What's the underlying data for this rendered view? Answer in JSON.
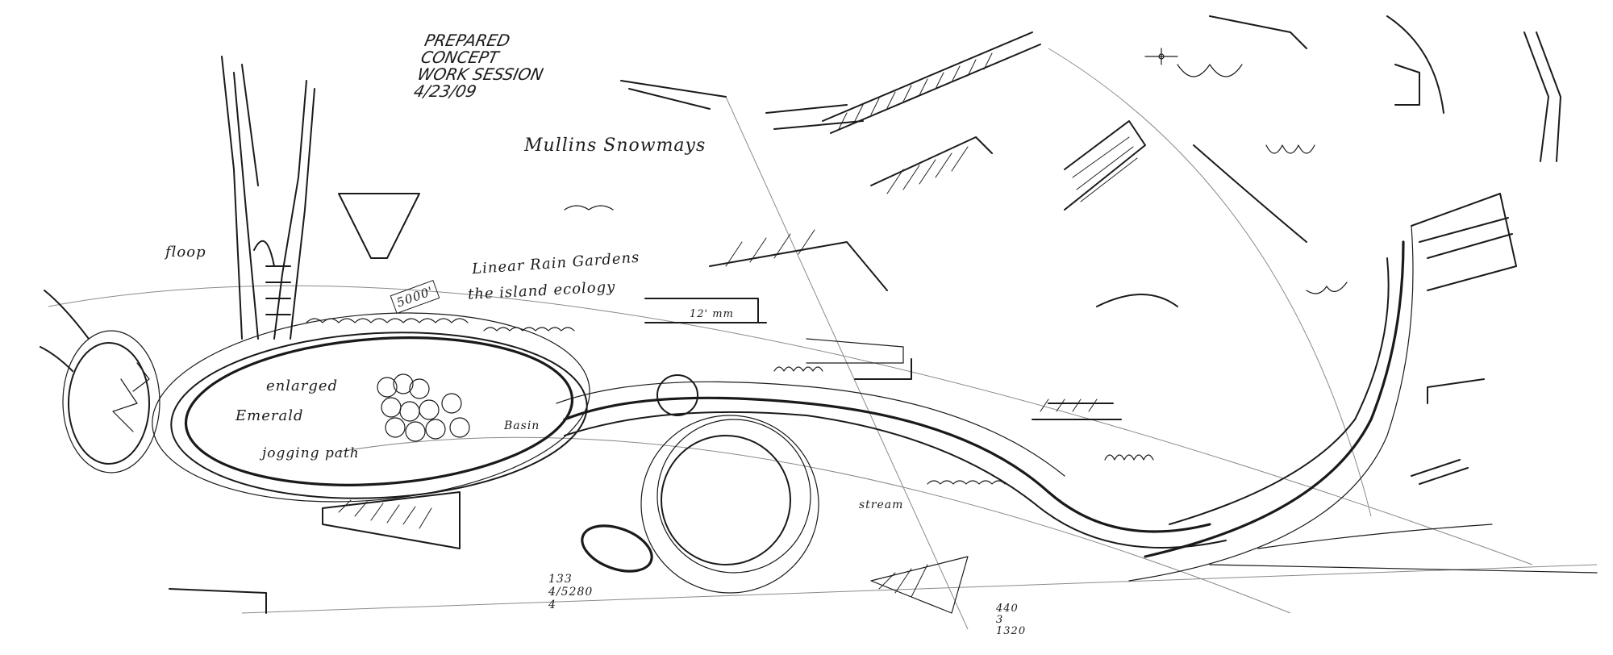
{
  "sketch": {
    "header_lines": [
      "PREPARED",
      "CONCEPT",
      "WORK SESSION",
      "4/23/09"
    ],
    "signature": "Mullins Snowmays",
    "labels": {
      "floop": "floop",
      "forest_line1": "Linear Rain Gardens",
      "forest_line2": "the island ecology",
      "height_tag": "5000'",
      "enlarged": "enlarged",
      "emerald": "Emerald",
      "jogging": "jogging path",
      "basin": "Basin",
      "stream": "stream",
      "depth": "12' mm",
      "calc_left": "133\n4/5280\n4",
      "calc_right": "440\n3\n1320"
    }
  }
}
